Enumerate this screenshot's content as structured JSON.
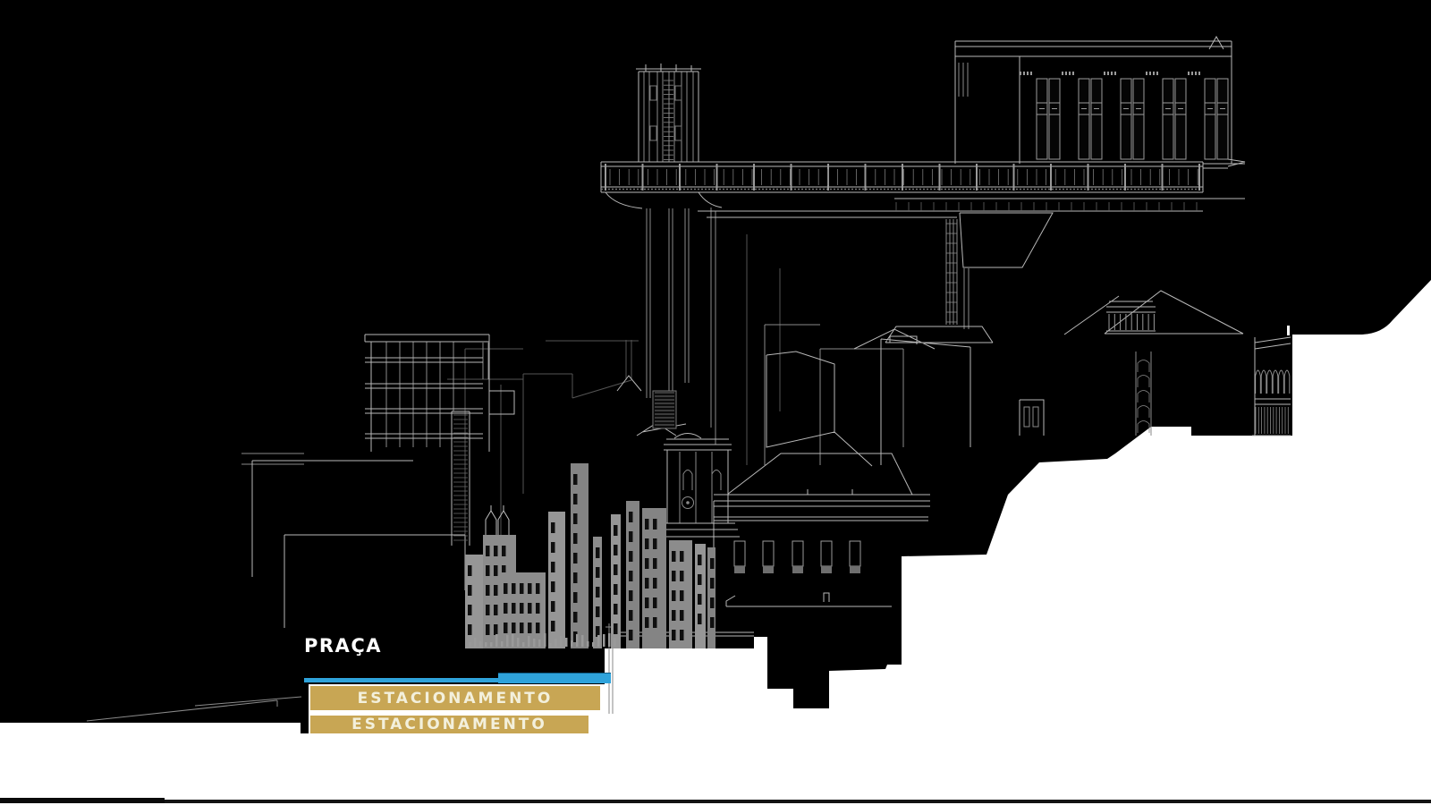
{
  "labels": {
    "praca": "PRAÇA",
    "parking_upper": "ESTACIONAMENTO",
    "parking_lower": "ESTACIONAMENTO"
  },
  "colors": {
    "background": "#ffffff",
    "silhouette": "#000000",
    "linework_bright": "#b8b8b8",
    "linework_mid": "#8a8a8a",
    "linework_faint": "#555555",
    "facade_gray": "#8c8c8c",
    "gold": "#c8a654",
    "cream_text": "#f3f0dc",
    "blue_marker": "#2fa3db",
    "label_white": "#ffffff",
    "bottom_rule": "#141414"
  }
}
